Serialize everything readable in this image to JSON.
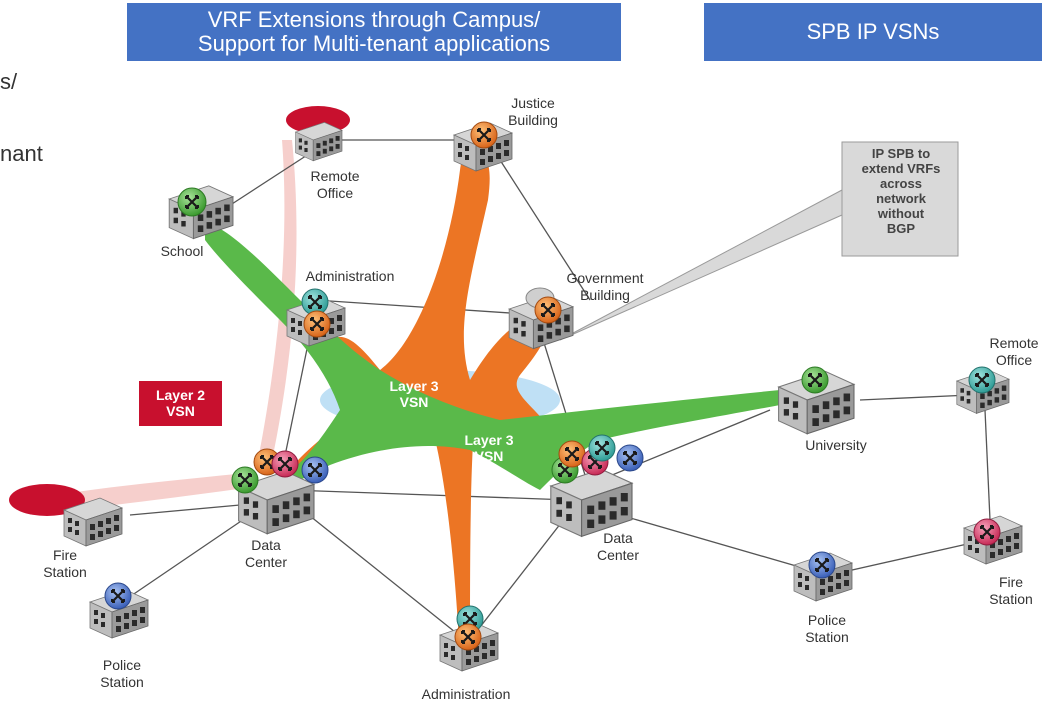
{
  "header_left": {
    "line1": "VRF Extensions through Campus/",
    "line2": "Support for Multi-tenant applications"
  },
  "header_right": "SPB IP VSNs",
  "cut_off_text": {
    "line1": "s/",
    "line2": "nant"
  },
  "layer2_badge": "Layer 2\nVSN",
  "layer3_labels": [
    "Layer 3\nVSN",
    "Layer 3\nVSN"
  ],
  "callout": "IP SPB to\nextend VRFs\nacross\nnetwork\nwithout\nBGP",
  "sites": {
    "justice_building": "Justice\nBuilding",
    "remote_office_top": "Remote\nOffice",
    "school": "School",
    "administration_top": "Administration",
    "government_building": "Government\nBuilding",
    "remote_office_right": "Remote\nOffice",
    "university": "University",
    "data_center_left": "Data\nCenter",
    "data_center_right": "Data\nCenter",
    "fire_station_left": "Fire\nStation",
    "police_station_left": "Police\nStation",
    "administration_bottom": "Administration",
    "police_station_right": "Police\nStation",
    "fire_station_right": "Fire\nStation"
  },
  "colors": {
    "header": "#4472c4",
    "orange_vsn": "#ec7524",
    "green_vsn": "#5ab94a",
    "layer2_red": "#c8102e",
    "layer2_pink": "#f4c7c3",
    "router_blue": "#4a73c9",
    "router_teal": "#45b7b0",
    "router_pink": "#e24470"
  }
}
